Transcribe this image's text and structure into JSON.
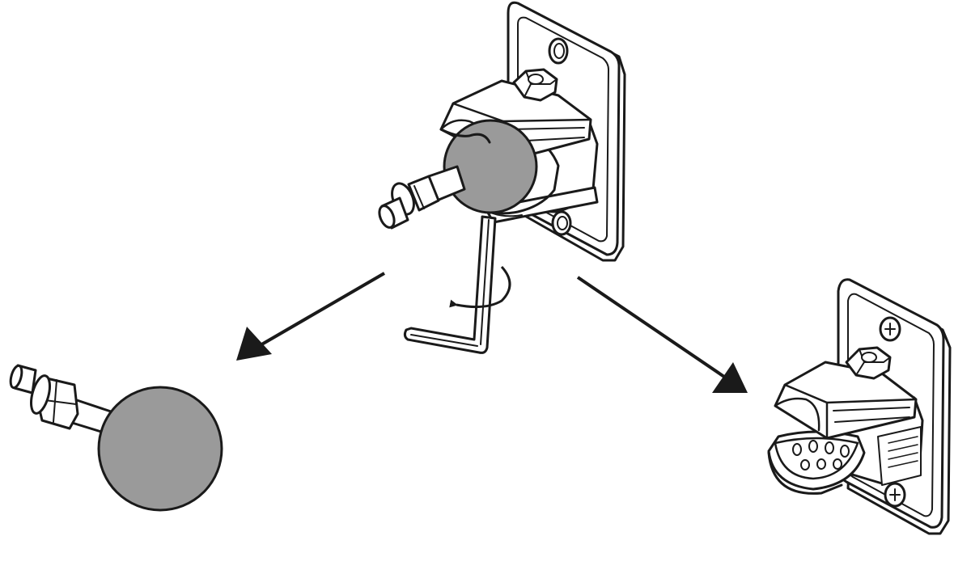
{
  "colors": {
    "line": "#1a1a1a",
    "fill": "#ffffff",
    "ball": "#9a9a9a",
    "background": "#ffffff"
  },
  "components": [
    {
      "id": "assembled-mount",
      "icon": "speaker-wall-mount-assembled-icon"
    },
    {
      "id": "hex-key",
      "icon": "hex-key-icon"
    },
    {
      "id": "rotation-arrow",
      "icon": "counterclockwise-rotation-arrow-icon"
    },
    {
      "id": "removed-ball-stud",
      "icon": "ball-stud-icon"
    },
    {
      "id": "open-socket-mount",
      "icon": "open-ball-socket-bracket-icon"
    }
  ]
}
